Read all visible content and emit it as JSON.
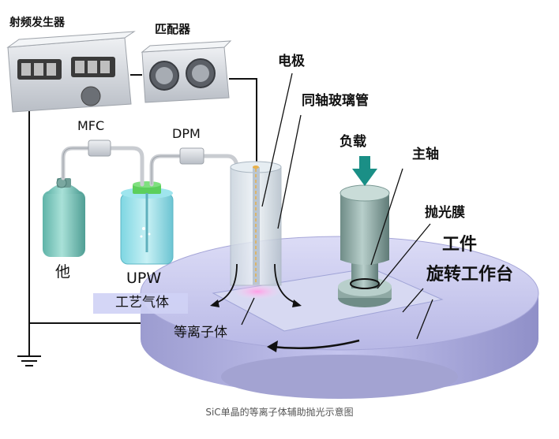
{
  "labels": {
    "rf_generator": "射频发生器",
    "matcher": "匹配器",
    "electrode": "电极",
    "coaxial_tube": "同轴玻璃管",
    "load": "负载",
    "spindle": "主轴",
    "polishing_film": "抛光膜",
    "workpiece": "工件",
    "rotary_table": "旋转工作台",
    "mfc": "MFC",
    "dpm": "DPM",
    "gas_bottle": "他",
    "upw": "UPW",
    "process_gas": "工艺气体",
    "plasma": "等离子体"
  },
  "caption": "SiC单晶的等离子体辅助抛光示意图",
  "colors": {
    "table": "#c9c9f0",
    "equipment": "#d9dde3",
    "tank": "#7fcfc3",
    "bottle_cap": "#5ccf5c",
    "spindle": "#8fa9a4",
    "load_arrow": "#1a8f86",
    "wire": "#111111"
  }
}
